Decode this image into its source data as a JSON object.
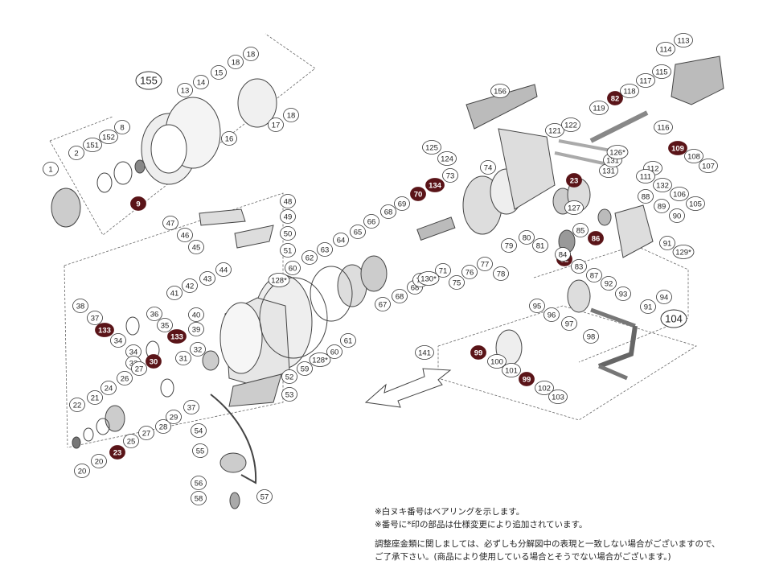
{
  "diagram": {
    "group_labels": [
      "155",
      "104"
    ],
    "callouts": [
      {
        "n": "1",
        "s": false
      },
      {
        "n": "2",
        "s": false
      },
      {
        "n": "151",
        "s": false
      },
      {
        "n": "152",
        "s": false
      },
      {
        "n": "8",
        "s": false
      },
      {
        "n": "9",
        "s": true
      },
      {
        "n": "13",
        "s": false
      },
      {
        "n": "14",
        "s": false
      },
      {
        "n": "15",
        "s": false
      },
      {
        "n": "16",
        "s": false
      },
      {
        "n": "17",
        "s": false
      },
      {
        "n": "18",
        "s": false
      },
      {
        "n": "18",
        "s": false
      },
      {
        "n": "18",
        "s": false
      },
      {
        "n": "156",
        "s": false
      },
      {
        "n": "121",
        "s": false
      },
      {
        "n": "122",
        "s": false
      },
      {
        "n": "125",
        "s": false
      },
      {
        "n": "124",
        "s": false
      },
      {
        "n": "74",
        "s": false
      },
      {
        "n": "73",
        "s": false
      },
      {
        "n": "134",
        "s": true
      },
      {
        "n": "70",
        "s": true
      },
      {
        "n": "69",
        "s": false
      },
      {
        "n": "68",
        "s": false
      },
      {
        "n": "66",
        "s": false
      },
      {
        "n": "65",
        "s": false
      },
      {
        "n": "64",
        "s": false
      },
      {
        "n": "63",
        "s": false
      },
      {
        "n": "62",
        "s": false
      },
      {
        "n": "61",
        "s": false
      },
      {
        "n": "60",
        "s": false
      },
      {
        "n": "60",
        "s": false
      },
      {
        "n": "59",
        "s": false
      },
      {
        "n": "128*",
        "s": false
      },
      {
        "n": "128*",
        "s": false
      },
      {
        "n": "67",
        "s": false
      },
      {
        "n": "68",
        "s": false
      },
      {
        "n": "68",
        "s": false
      },
      {
        "n": "72",
        "s": false
      },
      {
        "n": "71",
        "s": false
      },
      {
        "n": "130*",
        "s": false
      },
      {
        "n": "75",
        "s": false
      },
      {
        "n": "76",
        "s": false
      },
      {
        "n": "77",
        "s": false
      },
      {
        "n": "78",
        "s": false
      },
      {
        "n": "79",
        "s": false
      },
      {
        "n": "80",
        "s": false
      },
      {
        "n": "81",
        "s": false
      },
      {
        "n": "82",
        "s": true
      },
      {
        "n": "83",
        "s": false
      },
      {
        "n": "84",
        "s": false
      },
      {
        "n": "85",
        "s": false
      },
      {
        "n": "86",
        "s": true
      },
      {
        "n": "87",
        "s": false
      },
      {
        "n": "88",
        "s": false
      },
      {
        "n": "89",
        "s": false
      },
      {
        "n": "90",
        "s": false
      },
      {
        "n": "91",
        "s": false
      },
      {
        "n": "91",
        "s": false
      },
      {
        "n": "92",
        "s": false
      },
      {
        "n": "93",
        "s": false
      },
      {
        "n": "94",
        "s": false
      },
      {
        "n": "129*",
        "s": false
      },
      {
        "n": "127",
        "s": false
      },
      {
        "n": "23",
        "s": true
      },
      {
        "n": "131",
        "s": false
      },
      {
        "n": "131",
        "s": false
      },
      {
        "n": "126*",
        "s": false
      },
      {
        "n": "119",
        "s": false
      },
      {
        "n": "82",
        "s": true
      },
      {
        "n": "118",
        "s": false
      },
      {
        "n": "117",
        "s": false
      },
      {
        "n": "115",
        "s": false
      },
      {
        "n": "114",
        "s": false
      },
      {
        "n": "113",
        "s": false
      },
      {
        "n": "116",
        "s": false
      },
      {
        "n": "112",
        "s": false
      },
      {
        "n": "111",
        "s": false
      },
      {
        "n": "109",
        "s": true
      },
      {
        "n": "108",
        "s": false
      },
      {
        "n": "107",
        "s": false
      },
      {
        "n": "106",
        "s": false
      },
      {
        "n": "105",
        "s": false
      },
      {
        "n": "132",
        "s": false
      },
      {
        "n": "95",
        "s": false
      },
      {
        "n": "96",
        "s": false
      },
      {
        "n": "97",
        "s": false
      },
      {
        "n": "98",
        "s": false
      },
      {
        "n": "99",
        "s": true
      },
      {
        "n": "100",
        "s": false
      },
      {
        "n": "101",
        "s": false
      },
      {
        "n": "99",
        "s": true
      },
      {
        "n": "102",
        "s": false
      },
      {
        "n": "103",
        "s": false
      },
      {
        "n": "141",
        "s": false
      },
      {
        "n": "48",
        "s": false
      },
      {
        "n": "49",
        "s": false
      },
      {
        "n": "47",
        "s": false
      },
      {
        "n": "46",
        "s": false
      },
      {
        "n": "45",
        "s": false
      },
      {
        "n": "50",
        "s": false
      },
      {
        "n": "51",
        "s": false
      },
      {
        "n": "44",
        "s": false
      },
      {
        "n": "43",
        "s": false
      },
      {
        "n": "42",
        "s": false
      },
      {
        "n": "41",
        "s": false
      },
      {
        "n": "40",
        "s": false
      },
      {
        "n": "39",
        "s": false
      },
      {
        "n": "38",
        "s": false
      },
      {
        "n": "37",
        "s": false
      },
      {
        "n": "133",
        "s": true
      },
      {
        "n": "34",
        "s": false
      },
      {
        "n": "36",
        "s": false
      },
      {
        "n": "35",
        "s": false
      },
      {
        "n": "133",
        "s": true
      },
      {
        "n": "34",
        "s": false
      },
      {
        "n": "32",
        "s": false
      },
      {
        "n": "31",
        "s": false
      },
      {
        "n": "30",
        "s": true
      },
      {
        "n": "33",
        "s": false
      },
      {
        "n": "27",
        "s": false
      },
      {
        "n": "26",
        "s": false
      },
      {
        "n": "24",
        "s": false
      },
      {
        "n": "22",
        "s": false
      },
      {
        "n": "21",
        "s": false
      },
      {
        "n": "25",
        "s": false
      },
      {
        "n": "28",
        "s": false
      },
      {
        "n": "29",
        "s": false
      },
      {
        "n": "27",
        "s": false
      },
      {
        "n": "23",
        "s": true
      },
      {
        "n": "20",
        "s": false
      },
      {
        "n": "20",
        "s": false
      },
      {
        "n": "37",
        "s": false
      },
      {
        "n": "52",
        "s": false
      },
      {
        "n": "53",
        "s": false
      },
      {
        "n": "54",
        "s": false
      },
      {
        "n": "55",
        "s": false
      },
      {
        "n": "56",
        "s": false
      },
      {
        "n": "57",
        "s": false
      },
      {
        "n": "58",
        "s": false
      }
    ]
  },
  "notes": {
    "line1": "※白ヌキ番号はベアリングを示します。",
    "line2": "※番号に*印の部品は仕様変更により追加されています。",
    "line3": "調整座金類に関しましては、必ずしも分解図中の表現と一致しない場合がございますので、",
    "line4": "ご了承下さい。(商品により使用している場合とそうでない場合がございます。)"
  }
}
